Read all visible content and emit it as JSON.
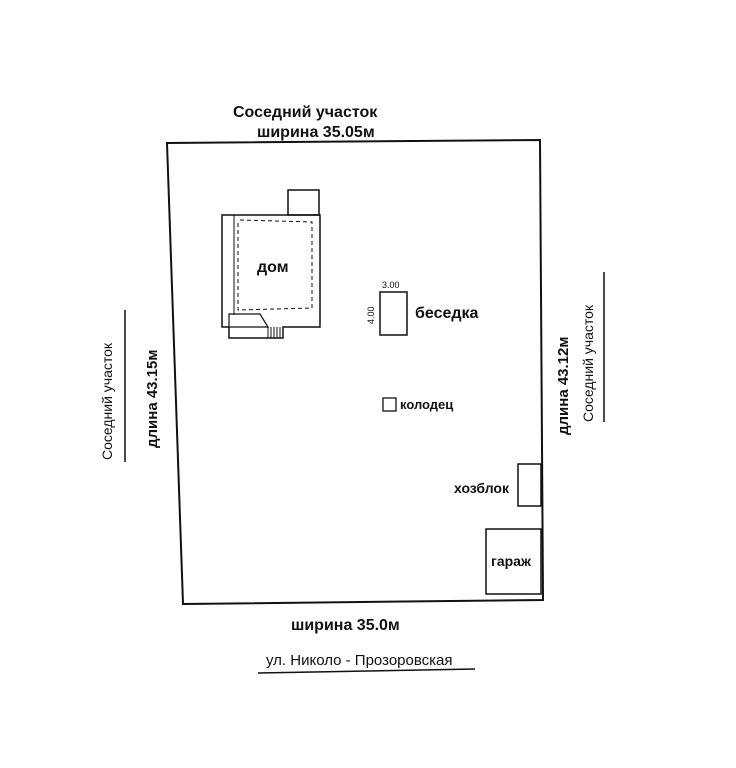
{
  "top": {
    "neighbor": "Соседний  участок",
    "width": "ширина  35.05м"
  },
  "left": {
    "neighbor": "Соседний участок",
    "length": "длина  43.15м"
  },
  "right": {
    "neighbor": "Соседний участок",
    "length": "длина 43.12м"
  },
  "bottom": {
    "width": "ширина 35.0м",
    "street": "ул. Николо - Прозоровская"
  },
  "buildings": {
    "house": "дом",
    "gazebo": "беседка",
    "gazebo_width": "3.00",
    "gazebo_depth": "4.00",
    "well": "колодец",
    "utility": "хозблок",
    "garage": "гараж"
  }
}
